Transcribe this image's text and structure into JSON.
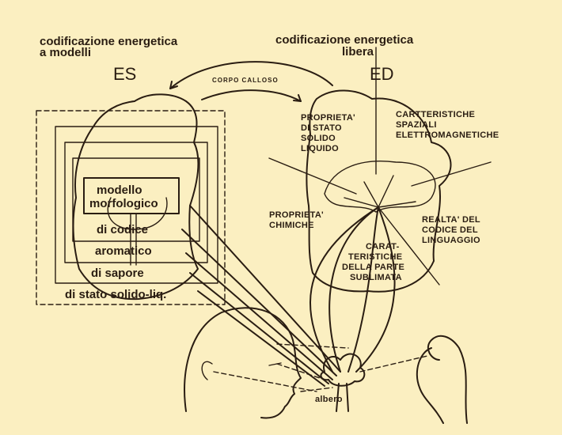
{
  "left_hemisphere": {
    "title_line1": "codificazione energetica",
    "title_line2": "a modelli",
    "label": "ES",
    "layers": [
      "modello",
      "morfologico",
      "di codice",
      "aromatico",
      "di sapore",
      "di stato solido-liq."
    ]
  },
  "right_hemisphere": {
    "title_line1": "codificazione energetica",
    "title_line2": "libera",
    "label": "ED",
    "annotations": {
      "stato": [
        "PROPRIETA'",
        "DI STATO",
        "SOLIDO",
        "LIQUIDO"
      ],
      "spaziali": [
        "CARTTERISTICHE",
        "SPAZIALI",
        "ELETTROMAGNETICHE"
      ],
      "chimiche": [
        "PROPRIETA'",
        "CHIMICHE"
      ],
      "linguaggio": [
        "REALTA' DEL",
        "CODICE DEL",
        "LINGUAGGIO"
      ],
      "sublimata": [
        "CARAT-",
        "TERISTICHE",
        "DELLA PARTE",
        "SUBLIMATA"
      ]
    }
  },
  "corpo_calloso": "CORPO CALLOSO",
  "object_label": "albero",
  "colors": {
    "background": "#fbefc1",
    "ink": "#2a1d12"
  }
}
